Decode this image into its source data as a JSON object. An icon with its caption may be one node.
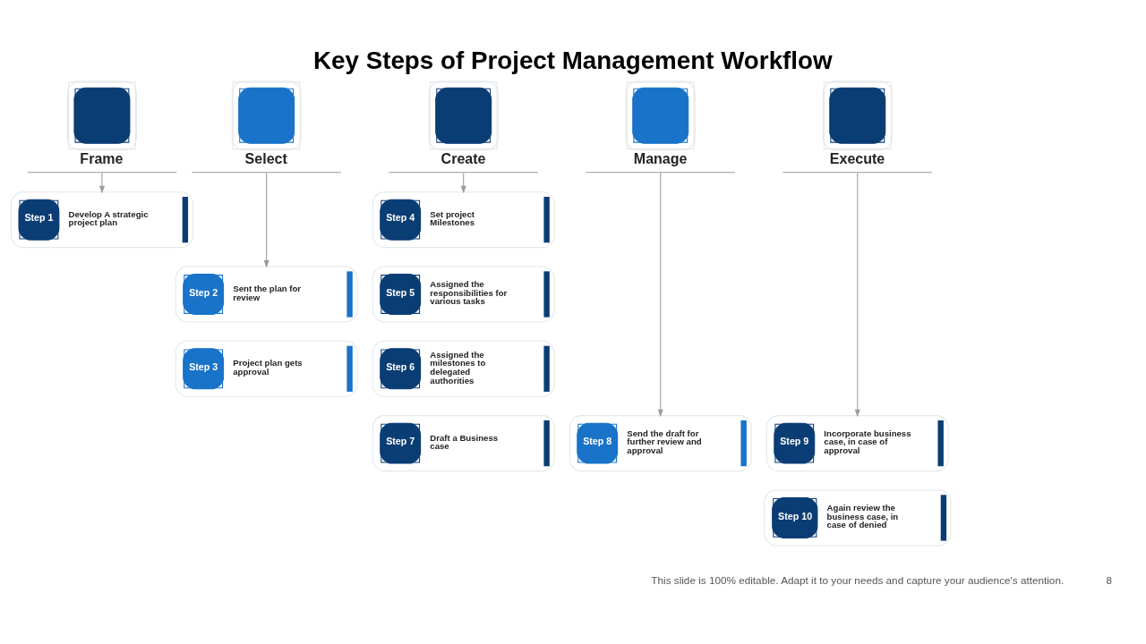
{
  "diagram": {
    "title": "Key Steps of Project Management Workflow",
    "caption": "This slide is 100% editable. Adapt it to your needs and capture your audience's attention.",
    "nodes": [
      {
        "text": [
          "Frame"
        ]
      },
      {
        "text": [
          "Select"
        ]
      },
      {
        "text": [
          "Create"
        ]
      },
      {
        "text": [
          "Manage"
        ]
      },
      {
        "text": [
          "Execute"
        ]
      },
      {
        "text": [
          "Step 1",
          "Develop A strategic project plan"
        ]
      },
      {
        "text": [
          "Step 2",
          "Sent the plan for review"
        ]
      },
      {
        "text": [
          "Step 3",
          "Project plan gets approval"
        ]
      },
      {
        "text": [
          "Step 4",
          "Set project Milestones"
        ]
      },
      {
        "text": [
          "Step 5",
          "Assigned the responsibilities for various tasks"
        ]
      },
      {
        "text": [
          "Step 6",
          "Assigned the milestones to delegated authorities"
        ]
      },
      {
        "text": [
          "Step 7",
          "Draft a Business case"
        ]
      },
      {
        "text": [
          "Step 8",
          "Send the draft for further review and approval"
        ]
      },
      {
        "text": [
          "Step 9",
          "Incorporate business case, in case of approval"
        ]
      },
      {
        "text": [
          "Step 10",
          "Again review the business case, in case of denied"
        ]
      }
    ],
    "edges": [
      {
        "from": 0,
        "to": 5,
        "arrow": "to"
      },
      {
        "from": 1,
        "to": 6,
        "arrow": "to"
      },
      {
        "from": 2,
        "to": 8,
        "arrow": "to"
      },
      {
        "from": 3,
        "to": 12,
        "arrow": "to"
      },
      {
        "from": 4,
        "to": 13,
        "arrow": "to"
      }
    ],
    "labels": [
      "8"
    ]
  }
}
